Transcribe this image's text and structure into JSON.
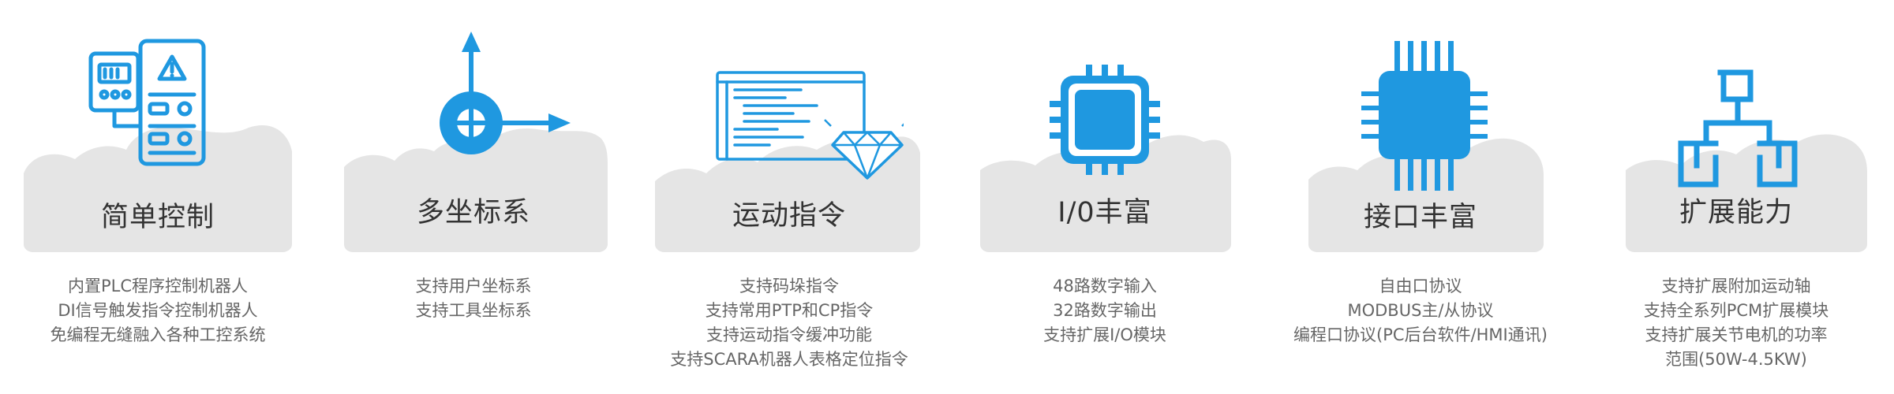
{
  "colors": {
    "accent": "#1f98e0",
    "blob": "#e5e5e5",
    "title": "#333333",
    "text": "#666666"
  },
  "features": [
    {
      "icon": "control-panel-icon",
      "title": "简单控制",
      "lines": [
        "内置PLC程序控制机器人",
        "DI信号触发指令控制机器人",
        "免编程无缝融入各种工控系统"
      ]
    },
    {
      "icon": "coordinate-axes-icon",
      "title": "多坐标系",
      "lines": [
        "支持用户坐标系",
        "支持工具坐标系"
      ]
    },
    {
      "icon": "code-window-diamond-icon",
      "title": "运动指令",
      "lines": [
        "支持码垛指令",
        "支持常用PTP和CP指令",
        "支持运动指令缓冲功能",
        "支持SCARA机器人表格定位指令"
      ]
    },
    {
      "icon": "chip-icon",
      "title": "I/0丰富",
      "lines": [
        "48路数字输入",
        "32路数字输出",
        "支持扩展I/O模块"
      ]
    },
    {
      "icon": "interface-chip-icon",
      "title": "接口丰富",
      "lines": [
        "自由口协议",
        "MODBUS主/从协议",
        "编程口协议(PC后台软件/HMI通讯)"
      ]
    },
    {
      "icon": "expansion-icon",
      "title": "扩展能力",
      "lines": [
        "支持扩展附加运动轴",
        "支持全系列PCM扩展模块",
        "支持扩展关节电机的功率",
        "范围(50W-4.5KW)"
      ]
    }
  ]
}
